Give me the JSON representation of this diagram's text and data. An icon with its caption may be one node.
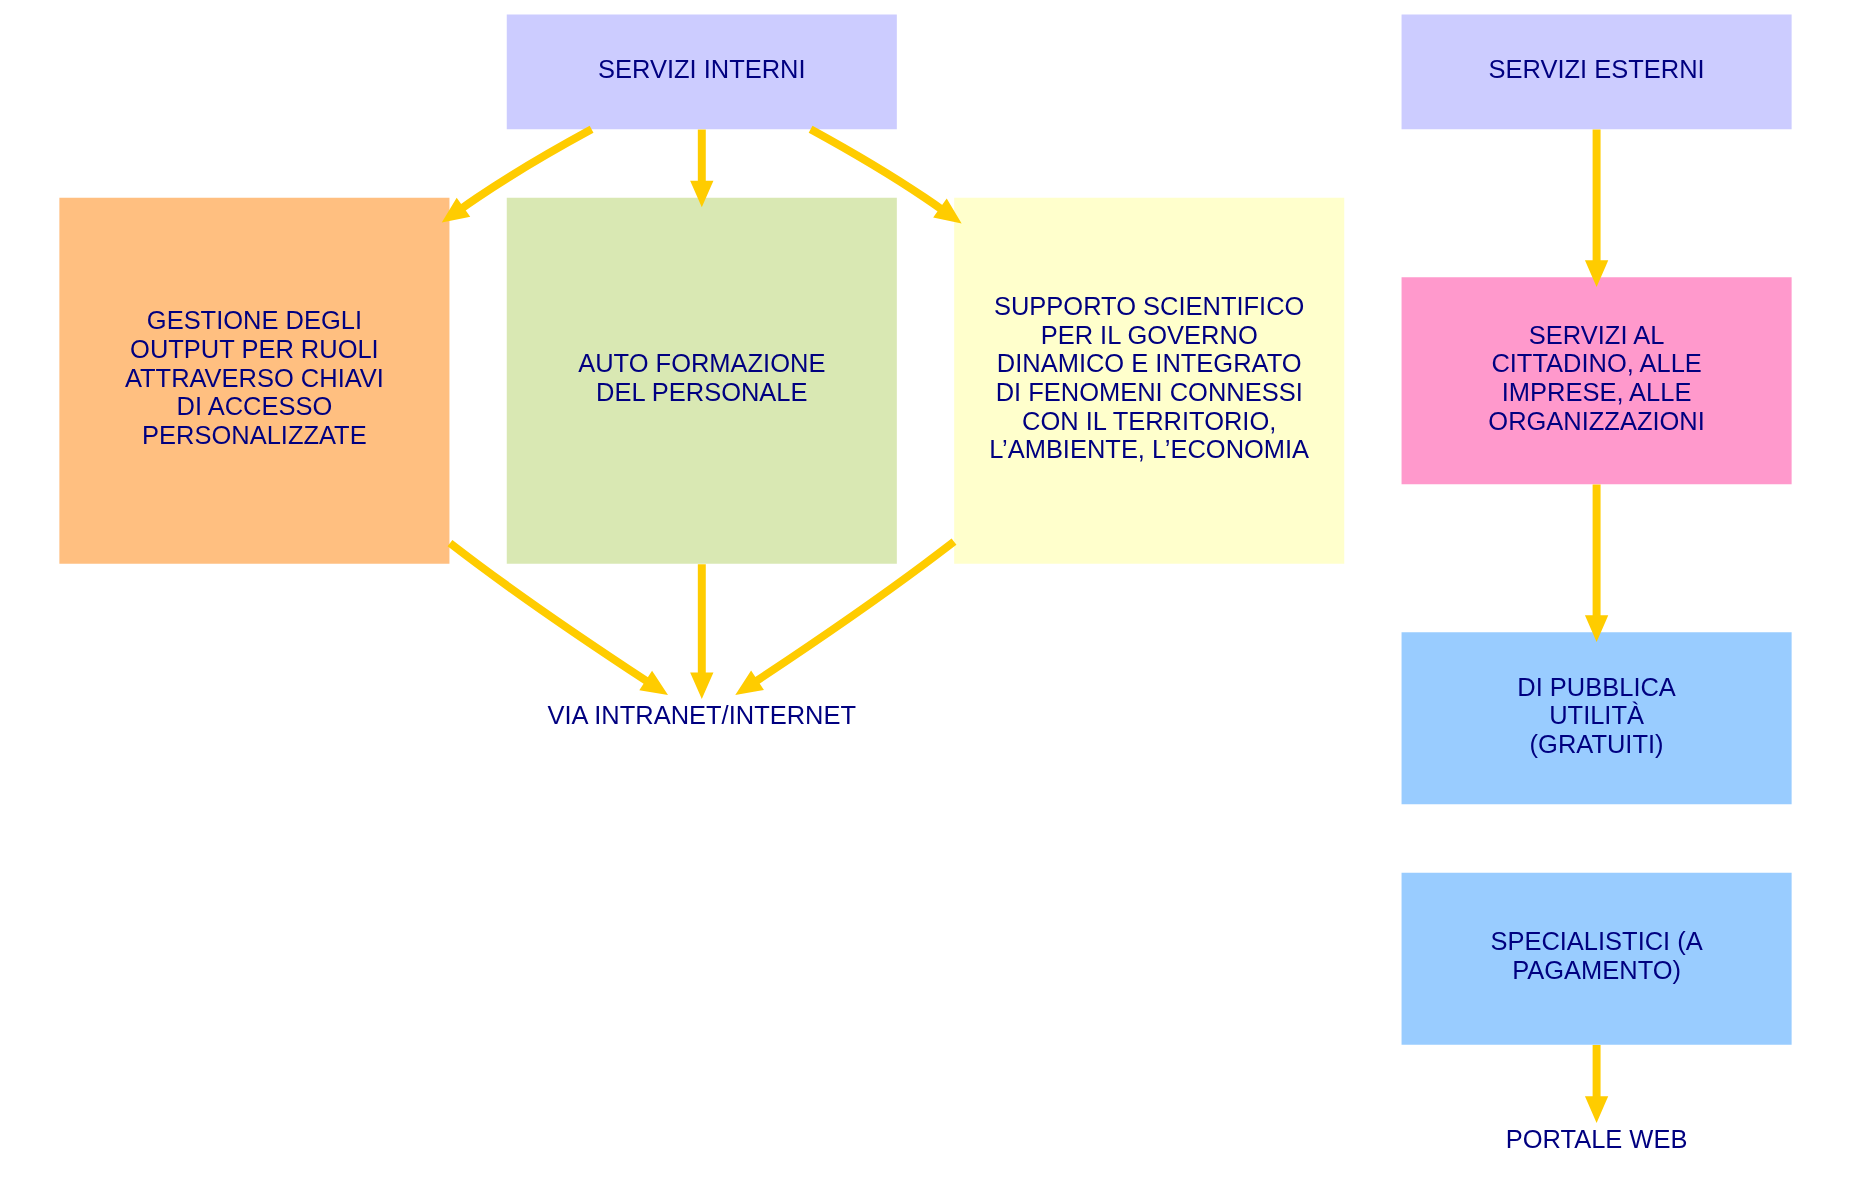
{
  "diagram": {
    "nodes": [
      {
        "text": [
          "SERVIZI INTERNI"
        ]
      },
      {
        "text": [
          "GESTIONE DEGLI OUTPUT PER RUOLI ATTRAVERSO CHIAVI DI ACCESSO PERSONALIZZATE"
        ]
      },
      {
        "text": [
          "AUTO FORMAZIONE DEL PERSONALE"
        ]
      },
      {
        "text": [
          "SUPPORTO SCIENTIFICO PER IL GOVERNO DINAMICO E INTEGRATO DI FENOMENI CONNESSI CON IL TERRITORIO, L’AMBIENTE, L’ECONOMIA"
        ]
      },
      {
        "text": [
          "VIA INTRANET/INTERNET"
        ]
      },
      {
        "text": [
          "SERVIZI ESTERNI"
        ]
      },
      {
        "text": [
          "SERVIZI AL CITTADINO, ALLE IMPRESE, ALLE ORGANIZZAZIONI"
        ]
      },
      {
        "text": [
          "DI PUBBLICA UTILITÀ (GRATUITI)"
        ]
      },
      {
        "text": [
          "SPECIALISTICI (A PAGAMENTO)"
        ]
      },
      {
        "text": [
          "PORTALE WEB"
        ]
      }
    ],
    "edges": [
      {
        "from": 0,
        "to": 1,
        "arrow": "to"
      },
      {
        "from": 0,
        "to": 2,
        "arrow": "to"
      },
      {
        "from": 0,
        "to": 3,
        "arrow": "to"
      },
      {
        "from": 1,
        "to": 4,
        "arrow": "to"
      },
      {
        "from": 2,
        "to": 4,
        "arrow": "to"
      },
      {
        "from": 3,
        "to": 4,
        "arrow": "to"
      },
      {
        "from": 5,
        "to": 6,
        "arrow": "to"
      },
      {
        "from": 6,
        "to": 7,
        "arrow": "to"
      },
      {
        "from": 8,
        "to": 9,
        "arrow": "to"
      }
    ]
  }
}
